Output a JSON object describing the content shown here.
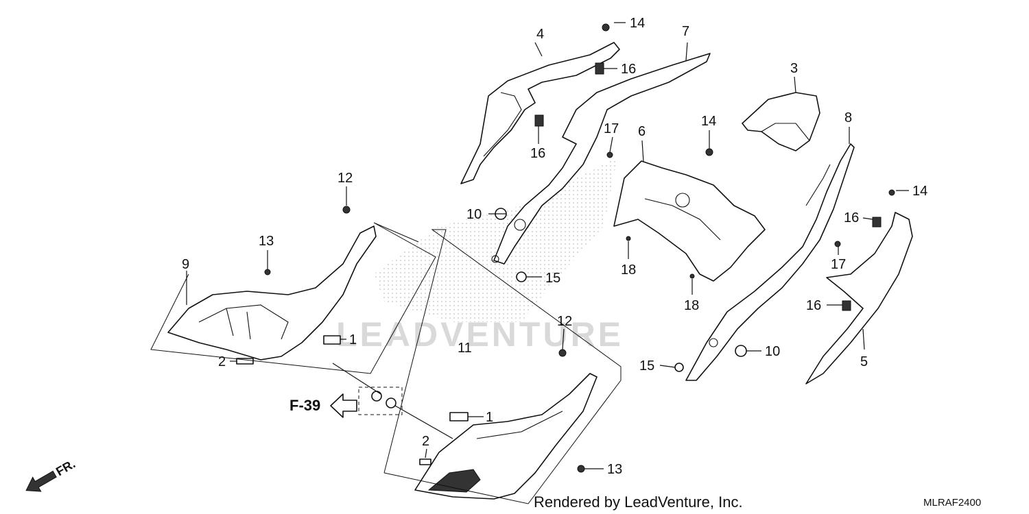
{
  "callouts": {
    "c4": "4",
    "c14a": "14",
    "c16a": "16",
    "c16b": "16",
    "c7": "7",
    "c17a": "17",
    "c3": "3",
    "c6": "6",
    "c14b": "14",
    "c8": "8",
    "c12a": "12",
    "c10a": "10",
    "c15a": "15",
    "c13a": "13",
    "c9": "9",
    "c14c": "14",
    "c16c": "16",
    "c17b": "17",
    "c18a": "18",
    "c18b": "18",
    "c16d": "16",
    "c1a": "1",
    "c2a": "2",
    "c11": "11",
    "c12b": "12",
    "c10b": "10",
    "c5": "5",
    "c15b": "15",
    "c1b": "1",
    "c2b": "2",
    "c13b": "13"
  },
  "reference_label": "F-39",
  "front_indicator": "FR.",
  "watermark": "LEADVENTURE",
  "footer_text": "Rendered by LeadVenture, Inc.",
  "diagram_code": "MLRAF2400"
}
